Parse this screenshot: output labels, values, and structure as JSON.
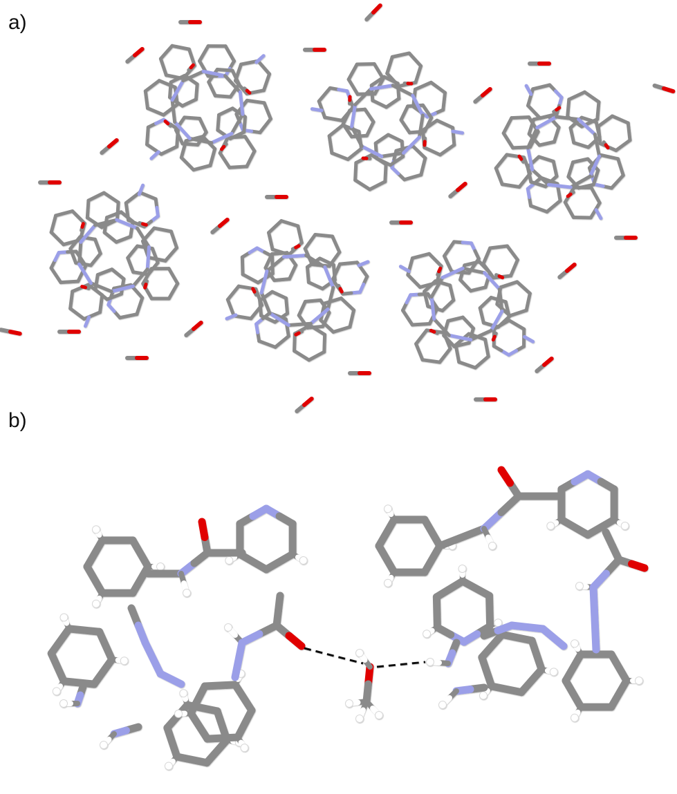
{
  "figure": {
    "panels": [
      {
        "id": "a",
        "label": "a)"
      },
      {
        "id": "b",
        "label": "b)"
      }
    ],
    "colors": {
      "carbon": "#8a8a8a",
      "carbon_highlight": "#a6a6a6",
      "nitrogen": "#9b9fe8",
      "oxygen": "#e00000",
      "hydrogen": "#ffffff",
      "hbond": "#111111",
      "background": "#ffffff"
    },
    "style": "stick molecular model",
    "panel_a": {
      "macrocycle_count": 6,
      "solvent_count": 23
    },
    "panel_b": {
      "molecule_count": 2,
      "bridging_solvent": "methanol",
      "hydrogen_bond_count": 2
    }
  }
}
